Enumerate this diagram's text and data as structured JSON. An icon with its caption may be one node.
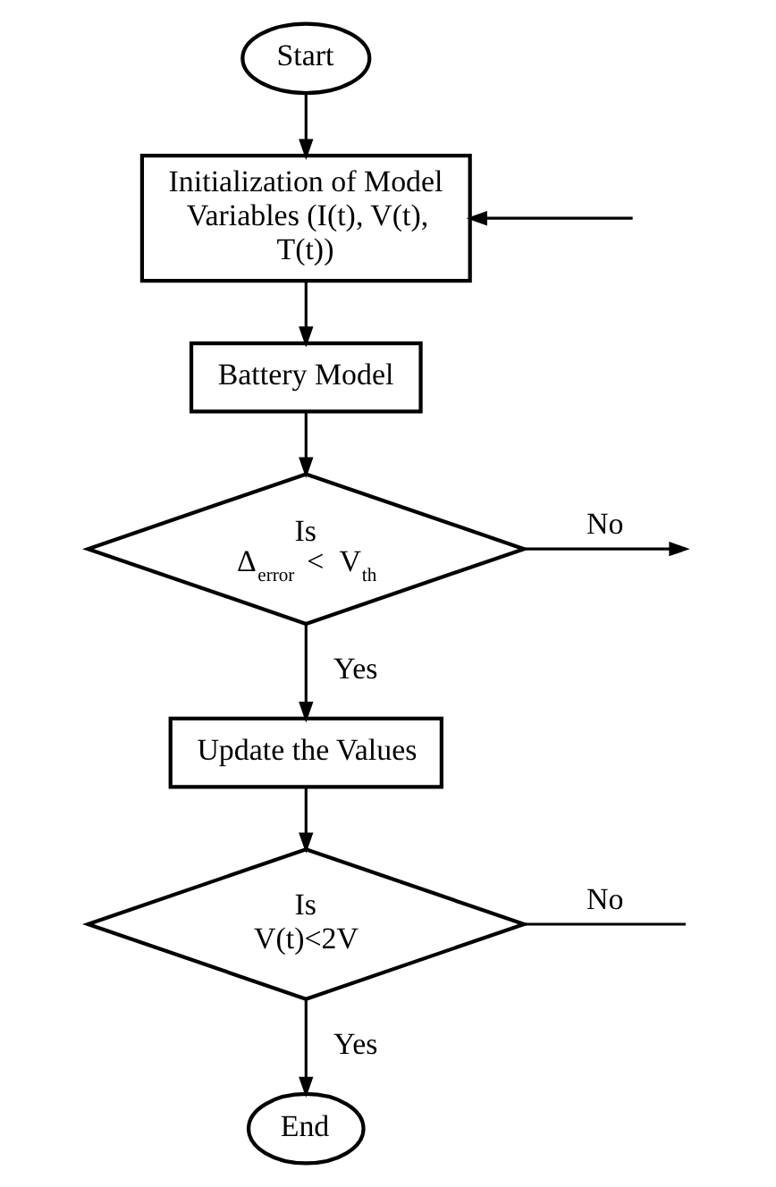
{
  "diagram": {
    "nodes": [
      {
        "text": [
          "Start"
        ]
      },
      {
        "text": [
          "Initialization of Model Variables (I(t), V(t), T(t))"
        ]
      },
      {
        "text": [
          "Battery Model"
        ]
      },
      {
        "text": [
          "Is",
          "Δ$_{error}$ < V$_{th}$"
        ]
      },
      {
        "text": [
          "Update the Values"
        ]
      },
      {
        "text": [
          "Is",
          "V(t)<2V"
        ]
      },
      {
        "text": [
          "End"
        ]
      }
    ],
    "edges": [
      {
        "from": 0,
        "to": 1,
        "arrow": "to"
      },
      {
        "from": 1,
        "to": 2,
        "arrow": "to"
      },
      {
        "from": 2,
        "to": 3,
        "arrow": "to"
      },
      {
        "from": 3,
        "to": 4,
        "label": "Yes",
        "arrow": "to"
      },
      {
        "from": 3,
        "to": null,
        "label": "No",
        "arrow": "to"
      },
      {
        "from": 4,
        "to": 5,
        "arrow": "to"
      },
      {
        "from": 5,
        "to": 6,
        "label": "Yes",
        "arrow": "to"
      },
      {
        "from": 5,
        "to": null,
        "label": "No",
        "arrow": "none"
      },
      {
        "from": null,
        "to": 1,
        "arrow": "to"
      }
    ]
  }
}
